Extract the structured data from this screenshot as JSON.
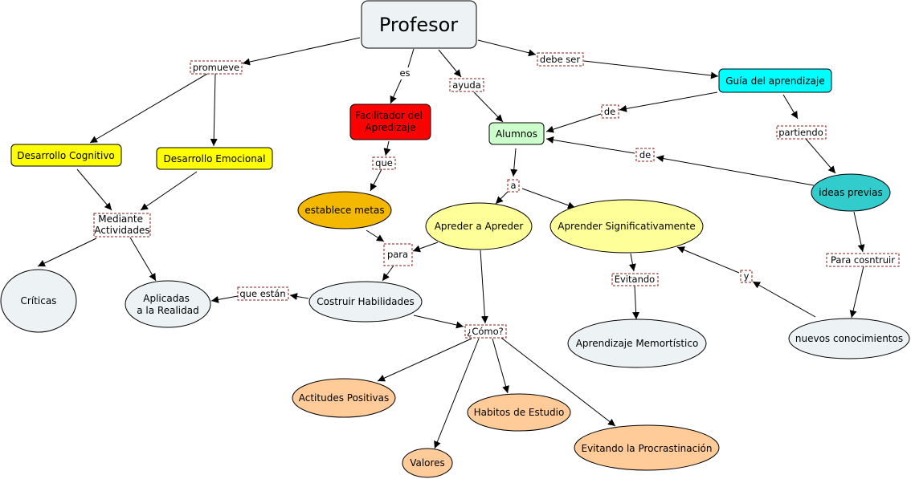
{
  "nodes": {
    "profesor": "Profesor",
    "facilitador": [
      "Facilitador del",
      "Apredizaje"
    ],
    "guia": "Guía del aprendizaje",
    "alumnos": "Alumnos",
    "cognitivo": "Desarrollo Cognitivo",
    "emocional": "Desarrollo Emocional",
    "actividades": [
      "Mediante",
      "Actividades"
    ],
    "metas": "establece metas",
    "apreder": "Apreder a Apreder",
    "significativamente": "Aprender Significativamente",
    "ideas": "ideas previas",
    "criticas": "Críticas",
    "aplicadas": [
      "Aplicadas",
      "a la Realidad"
    ],
    "habilidades": "Costruir Habilidades",
    "memoristico": "Aprendizaje Memortístico",
    "nuevos": "nuevos conocimientos",
    "actitudes": "Actitudes Positivas",
    "habitos": "Habitos de Estudio",
    "valores": "Valores",
    "procrastinacion": "Evitando la Procrastinación"
  },
  "links": {
    "promueve": "promueve",
    "es": "es",
    "ayuda": "ayuda",
    "debe_ser": "debe ser",
    "de1": "de",
    "de2": "de",
    "partiendo": "partiendo",
    "que": "que",
    "a": "a",
    "para": "para",
    "que_estan": "que están",
    "como": "¿Cómo?",
    "evitando": "Evitando",
    "y": "y",
    "para_construir": "Para cosntruir"
  },
  "colors": {
    "light": "#edf3f5",
    "yellow": "#ffff00",
    "red": "#ff0000",
    "cyan": "#00ffff",
    "green": "#ccffcc",
    "orange": "#f5b800",
    "pale_yellow": "#ffff99",
    "teal": "#33cccc",
    "peach": "#ffcc99"
  }
}
